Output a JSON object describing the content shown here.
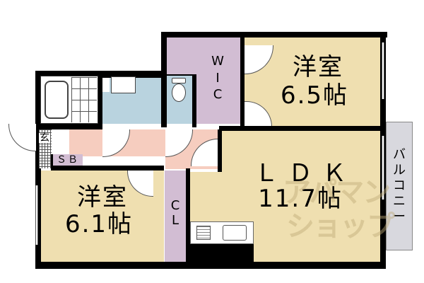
{
  "floorplan": {
    "rooms": {
      "western_room_1": {
        "name": "洋室",
        "size": "6.5帖"
      },
      "western_room_2": {
        "name": "洋室",
        "size": "6.1帖"
      },
      "ldk": {
        "name": "ＬＤＫ",
        "size": "11.7帖"
      },
      "wic": {
        "label_lines": [
          "W",
          "I",
          "C"
        ]
      },
      "closet": {
        "label_lines": [
          "C",
          "L"
        ]
      },
      "shoe_box": {
        "label": "ＳＢ"
      },
      "entrance": {
        "label": "玄"
      },
      "balcony": {
        "label_lines": [
          "バ",
          "ル",
          "コ",
          "ニ",
          "ー"
        ]
      }
    },
    "watermark": {
      "line1": "アパマン",
      "line2": "ショップ"
    },
    "colors": {
      "room_yellow": "#efdfb0",
      "room_purple": "#d2bdd3",
      "room_blue": "#b9d3df",
      "hallway_pink": "#f6cdbf",
      "balcony_gray": "#d8d8de",
      "wall": "#000000"
    }
  }
}
